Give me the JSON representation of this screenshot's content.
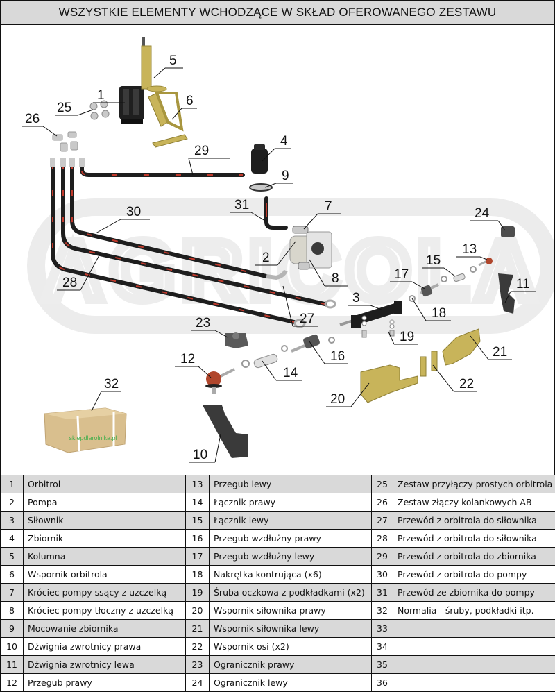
{
  "header": {
    "title": "WSZYSTKIE ELEMENTY WCHODZĄCE W SKŁAD OFEROWANEGO ZESTAWU"
  },
  "diagram": {
    "watermark": "AGRICOLA",
    "box_label": "sklepdlarolnika.pl",
    "colors": {
      "hose": "#1e1e1e",
      "hose_stripe": "#c0392b",
      "metal": "#c9c9c9",
      "brass": "#c8b45a",
      "dark": "#2b2b2b",
      "red_joint": "#b0462c",
      "cardboard": "#d9bf8e",
      "watermark": "#ececec"
    },
    "callouts": [
      {
        "n": "1"
      },
      {
        "n": "2"
      },
      {
        "n": "3"
      },
      {
        "n": "4"
      },
      {
        "n": "5"
      },
      {
        "n": "6"
      },
      {
        "n": "7"
      },
      {
        "n": "8"
      },
      {
        "n": "9"
      },
      {
        "n": "10"
      },
      {
        "n": "11"
      },
      {
        "n": "12"
      },
      {
        "n": "13"
      },
      {
        "n": "14"
      },
      {
        "n": "15"
      },
      {
        "n": "16"
      },
      {
        "n": "17"
      },
      {
        "n": "18"
      },
      {
        "n": "19"
      },
      {
        "n": "20"
      },
      {
        "n": "21"
      },
      {
        "n": "22"
      },
      {
        "n": "23"
      },
      {
        "n": "24"
      },
      {
        "n": "25"
      },
      {
        "n": "26"
      },
      {
        "n": "27"
      },
      {
        "n": "28"
      },
      {
        "n": "29"
      },
      {
        "n": "30"
      },
      {
        "n": "31"
      },
      {
        "n": "32"
      }
    ]
  },
  "parts_table": {
    "rows": [
      [
        {
          "n": "1",
          "name": "Orbitrol"
        },
        {
          "n": "13",
          "name": "Przegub lewy"
        },
        {
          "n": "25",
          "name": "Zestaw przyłączy prostych orbitrola"
        }
      ],
      [
        {
          "n": "2",
          "name": "Pompa"
        },
        {
          "n": "14",
          "name": "Łącznik prawy"
        },
        {
          "n": "26",
          "name": "Zestaw złączy kolankowych AB"
        }
      ],
      [
        {
          "n": "3",
          "name": "Siłownik"
        },
        {
          "n": "15",
          "name": "Łącznik lewy"
        },
        {
          "n": "27",
          "name": "Przewód z orbitrola do siłownika"
        }
      ],
      [
        {
          "n": "4",
          "name": "Zbiornik"
        },
        {
          "n": "16",
          "name": "Przegub wzdłużny prawy"
        },
        {
          "n": "28",
          "name": "Przewód z orbitrola do siłownika"
        }
      ],
      [
        {
          "n": "5",
          "name": "Kolumna"
        },
        {
          "n": "17",
          "name": "Przegub wzdłużny lewy"
        },
        {
          "n": "29",
          "name": "Przewód z orbitrola do zbiornika"
        }
      ],
      [
        {
          "n": "6",
          "name": "Wspornik orbitrola"
        },
        {
          "n": "18",
          "name": "Nakrętka kontrująca (x6)"
        },
        {
          "n": "30",
          "name": "Przewód z orbitrola do pompy"
        }
      ],
      [
        {
          "n": "7",
          "name": "Króciec pompy ssący z uzczelką"
        },
        {
          "n": "19",
          "name": "Śruba oczkowa z podkładkami (x2)"
        },
        {
          "n": "31",
          "name": "Przewód ze zbiornika do pompy"
        }
      ],
      [
        {
          "n": "8",
          "name": "Króciec pompy tłoczny z uzczelką"
        },
        {
          "n": "20",
          "name": "Wspornik siłownika prawy"
        },
        {
          "n": "32",
          "name": "Normalia - śruby, podkładki itp."
        }
      ],
      [
        {
          "n": "9",
          "name": "Mocowanie zbiornika"
        },
        {
          "n": "21",
          "name": "Wspornik siłownika lewy"
        },
        {
          "n": "33",
          "name": ""
        }
      ],
      [
        {
          "n": "10",
          "name": "Dźwignia zwrotnicy prawa"
        },
        {
          "n": "22",
          "name": "Wspornik osi (x2)"
        },
        {
          "n": "34",
          "name": ""
        }
      ],
      [
        {
          "n": "11",
          "name": "Dźwignia zwrotnicy lewa"
        },
        {
          "n": "23",
          "name": "Ogranicznik prawy"
        },
        {
          "n": "35",
          "name": ""
        }
      ],
      [
        {
          "n": "12",
          "name": "Przegub prawy"
        },
        {
          "n": "24",
          "name": "Ogranicznik lewy"
        },
        {
          "n": "36",
          "name": ""
        }
      ]
    ]
  }
}
